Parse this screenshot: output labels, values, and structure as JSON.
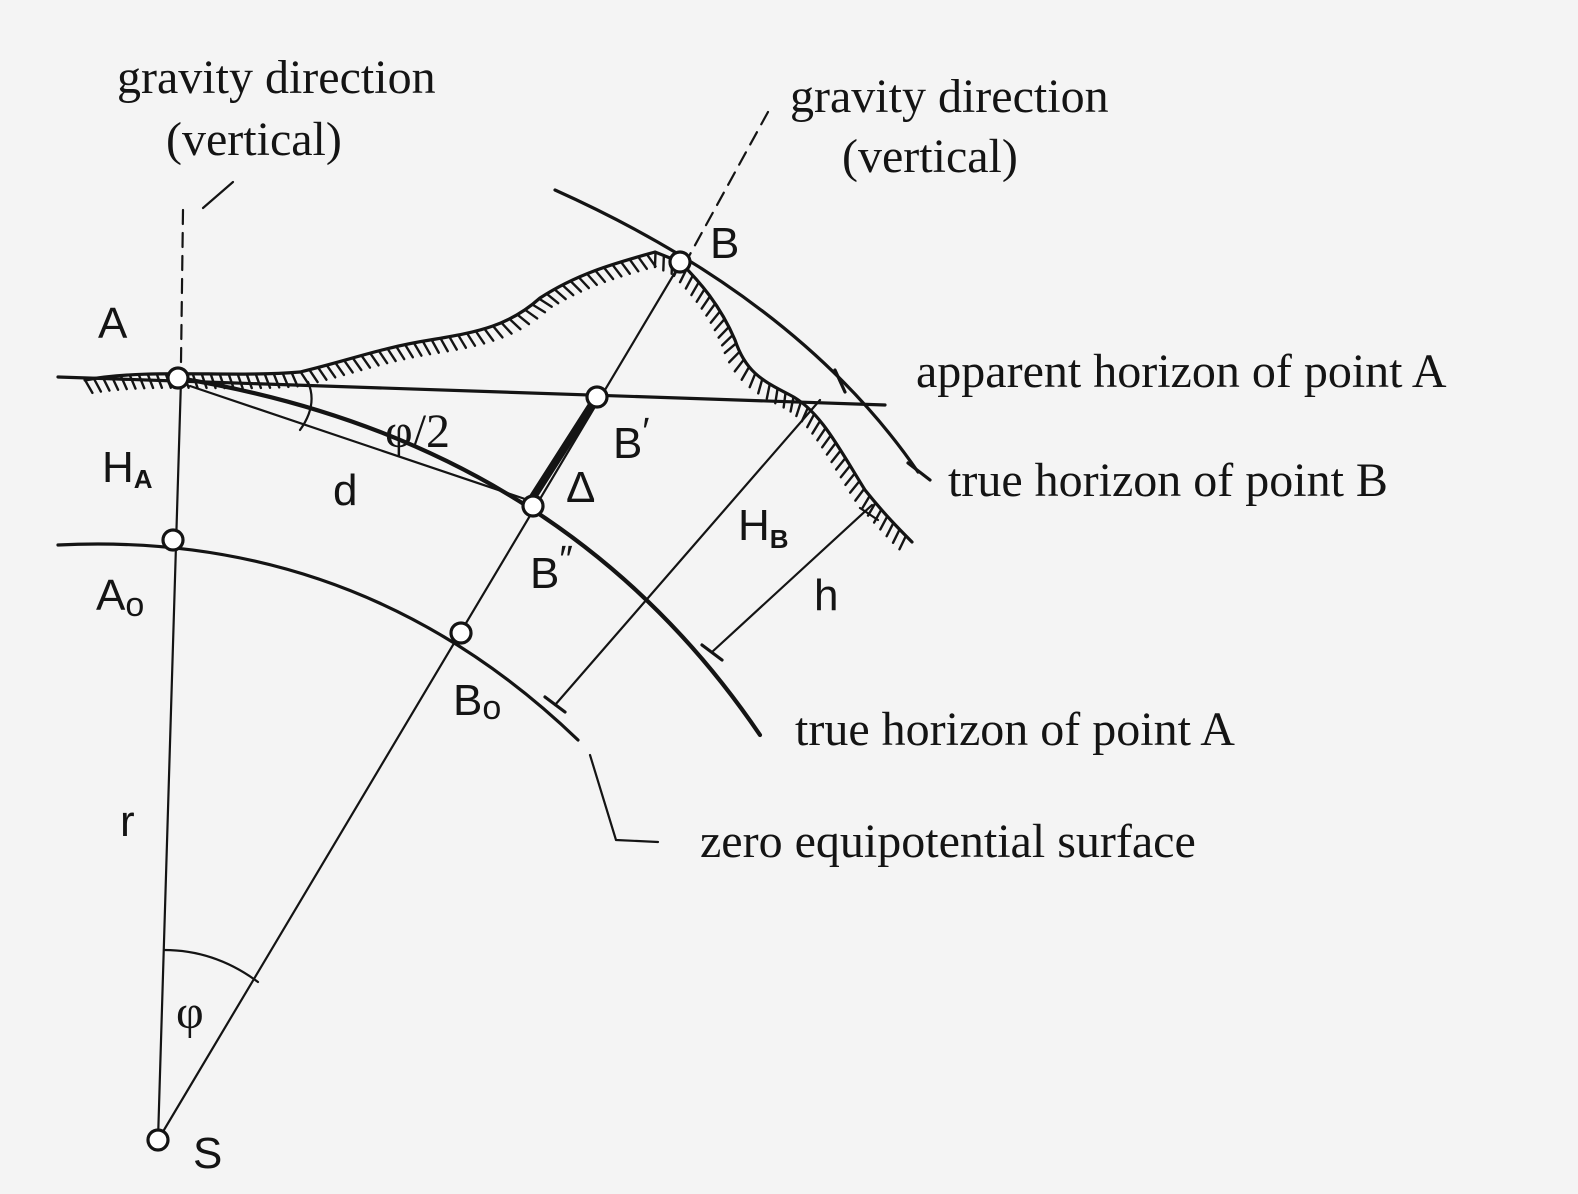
{
  "captions": {
    "gravity_left_line1": "gravity direction",
    "gravity_left_line2": "(vertical)",
    "gravity_right_line1": "gravity direction",
    "gravity_right_line2": "(vertical)",
    "apparent_horizon_A": "apparent horizon of point A",
    "true_horizon_B": "true horizon of point B",
    "true_horizon_A": "true horizon of point A",
    "zero_surface": "zero equipotential surface"
  },
  "points": {
    "A": "A",
    "B": "B",
    "B_prime": "B",
    "B_prime_mark": "′",
    "B_dprime": "B",
    "B_dprime_mark": "″",
    "A0_base": "A",
    "A0_sub": "o",
    "B0_base": "B",
    "B0_sub": "o",
    "S": "S"
  },
  "quantities": {
    "HA_base": "H",
    "HA_sub": "A",
    "HB_base": "H",
    "HB_sub": "B",
    "d": "d",
    "h": "h",
    "r": "r",
    "delta": "Δ",
    "phi_half": "φ/2",
    "phi": "φ"
  }
}
